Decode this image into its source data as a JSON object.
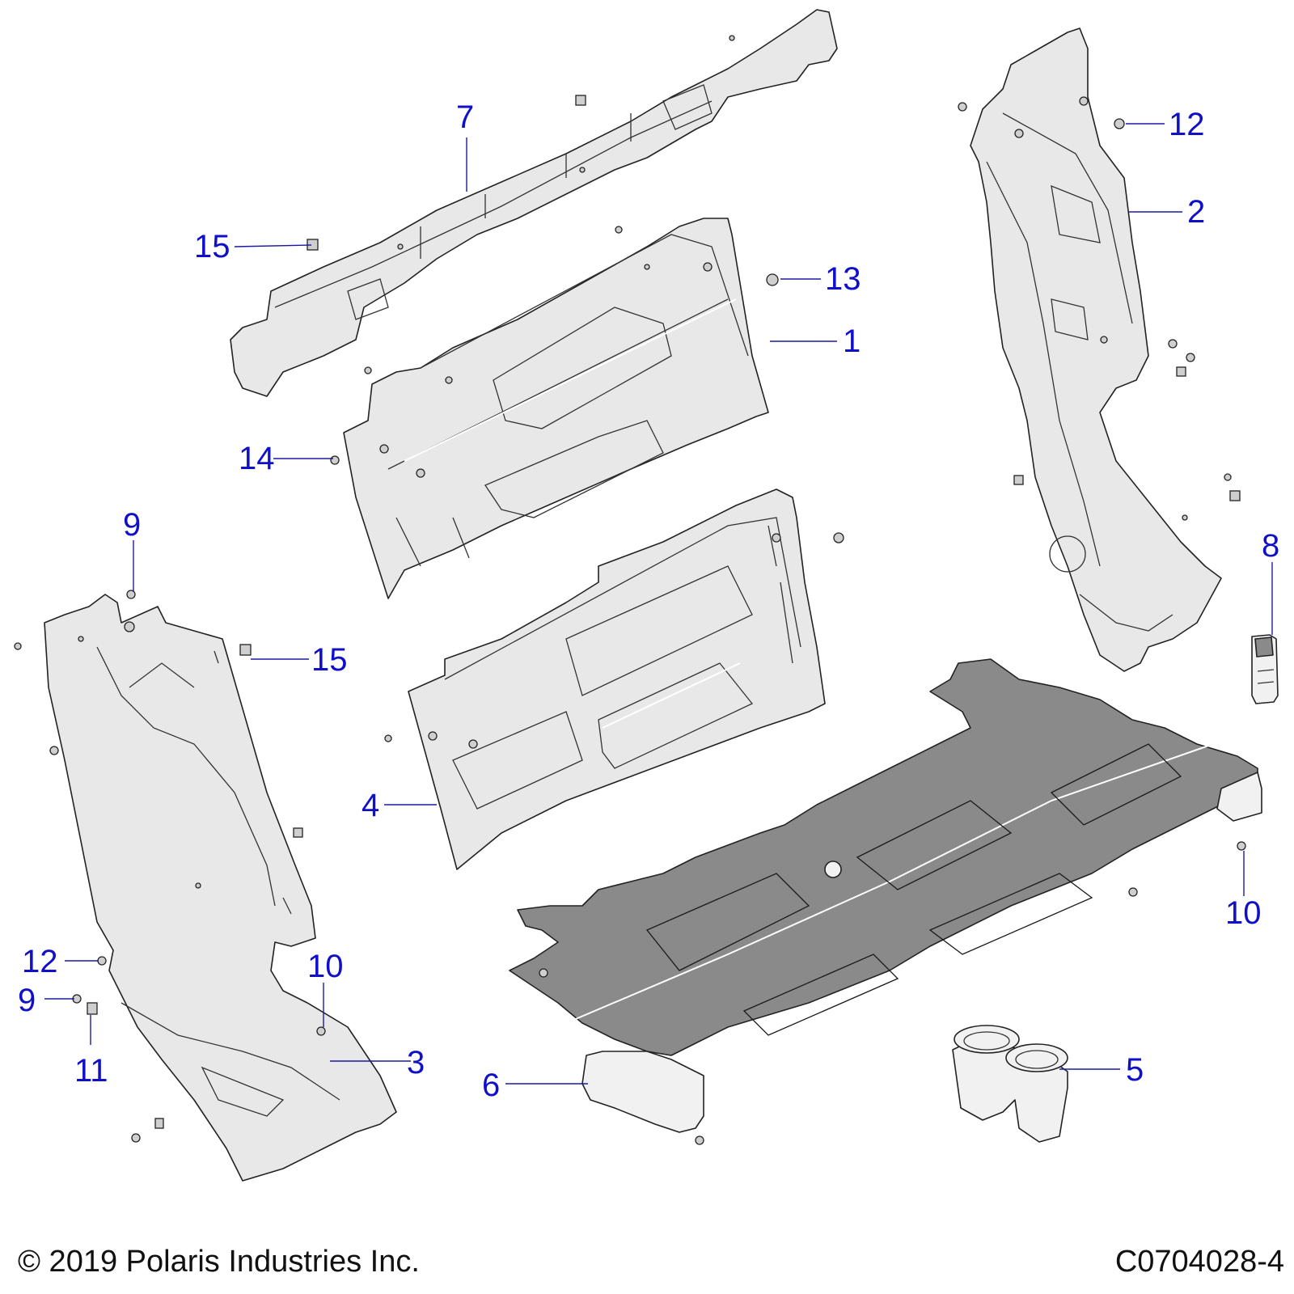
{
  "callouts": [
    {
      "id": "c1",
      "label": "1"
    },
    {
      "id": "c2",
      "label": "2"
    },
    {
      "id": "c3",
      "label": "3"
    },
    {
      "id": "c4",
      "label": "4"
    },
    {
      "id": "c5",
      "label": "5"
    },
    {
      "id": "c6",
      "label": "6"
    },
    {
      "id": "c7",
      "label": "7"
    },
    {
      "id": "c8",
      "label": "8"
    },
    {
      "id": "c9a",
      "label": "9"
    },
    {
      "id": "c9b",
      "label": "9"
    },
    {
      "id": "c10a",
      "label": "10"
    },
    {
      "id": "c10b",
      "label": "10"
    },
    {
      "id": "c11",
      "label": "11"
    },
    {
      "id": "c12a",
      "label": "12"
    },
    {
      "id": "c12b",
      "label": "12"
    },
    {
      "id": "c13",
      "label": "13"
    },
    {
      "id": "c14",
      "label": "14"
    },
    {
      "id": "c15a",
      "label": "15"
    },
    {
      "id": "c15b",
      "label": "15"
    }
  ],
  "footer": {
    "copyright": "© 2019 Polaris Industries Inc.",
    "drawing_number": "C0704028-4"
  },
  "colors": {
    "callout": "#1010c8",
    "leader": "#1a1aa0",
    "panel_fill": "#e8e8e8",
    "floor_fill": "#8a8a8a"
  }
}
